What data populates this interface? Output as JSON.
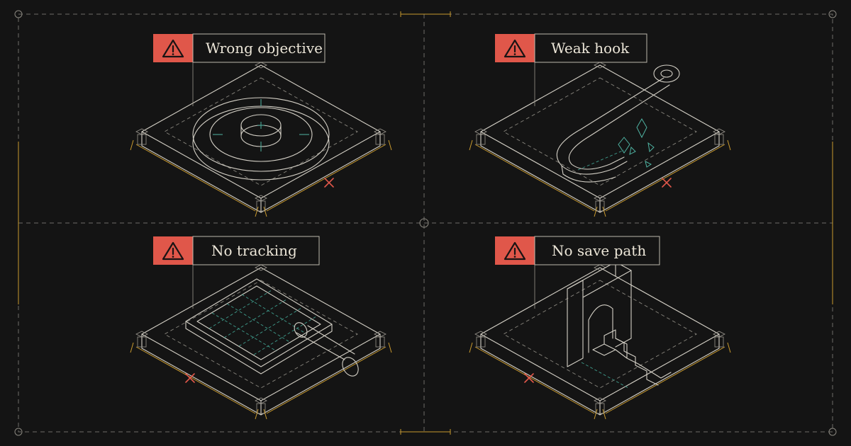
{
  "panels": [
    {
      "id": "objective",
      "label": "Wrong objective",
      "icon": "warning-icon",
      "status": "fail"
    },
    {
      "id": "hook",
      "label": "Weak hook",
      "icon": "warning-icon",
      "status": "fail"
    },
    {
      "id": "tracking",
      "label": "No tracking",
      "icon": "warning-icon",
      "status": "fail"
    },
    {
      "id": "save",
      "label": "No save path",
      "icon": "warning-icon",
      "status": "fail"
    }
  ],
  "colors": {
    "background": "#141414",
    "warning": "#e0574a",
    "line": "#d4d0c6",
    "accent": "#4fb3a2",
    "dimension": "#c99a2e",
    "error_mark": "#e0574a"
  }
}
